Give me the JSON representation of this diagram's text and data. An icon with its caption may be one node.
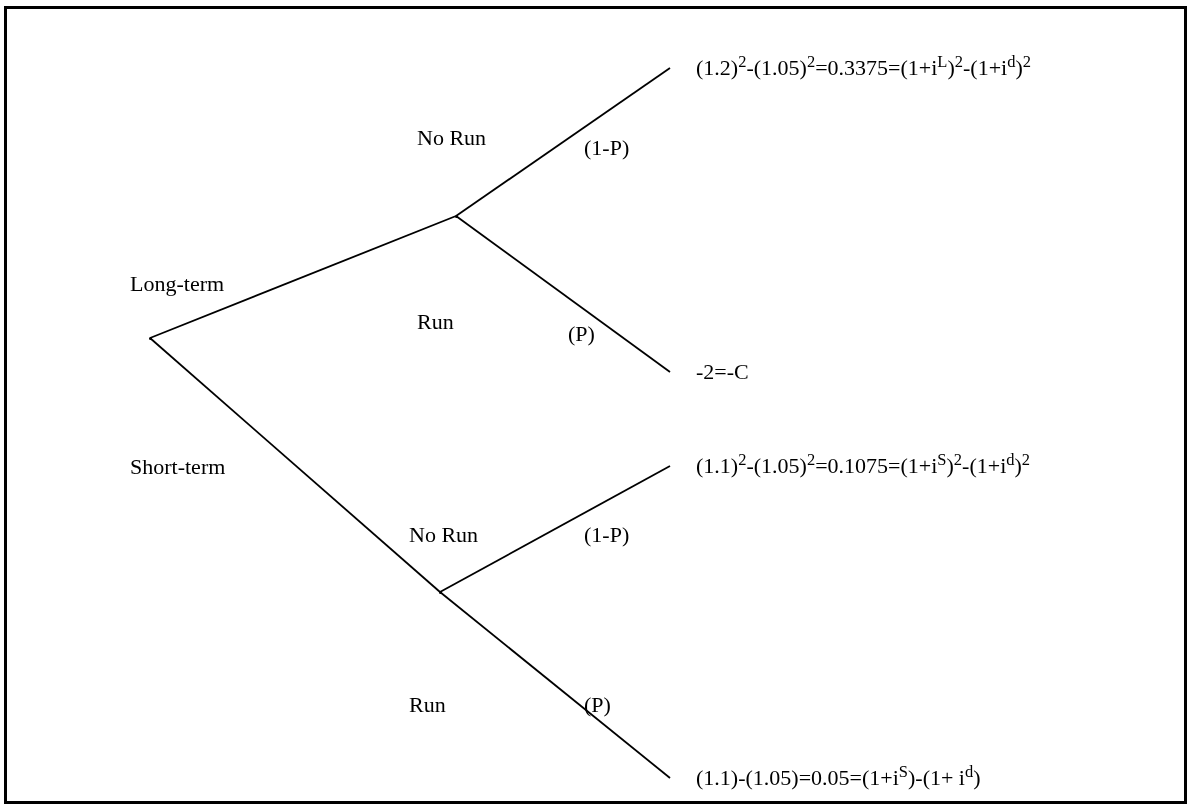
{
  "diagram": {
    "nodes": [
      {
        "text": [],
        "shape": "point"
      },
      {
        "text": [],
        "shape": "point"
      },
      {
        "text": [
          "(1.2)$^{2}$-(1.05)$^{2}$=0.3375=(1+i$^{L}$)$^{2}$-(1+i$^{d}$)$^{2}$"
        ]
      },
      {
        "text": [
          "-2=-C"
        ]
      },
      {
        "text": [],
        "shape": "point"
      },
      {
        "text": [
          "(1.1)$^{2}$-(1.05)$^{2}$=0.1075=(1+i$^{S}$)$^{2}$-(1+i$^{d}$)$^{2}$"
        ]
      },
      {
        "text": [
          "(1.1)-(1.05)=0.05=(1+i$^{S}$)-(1+ i$^{d}$)"
        ]
      }
    ],
    "edges": [
      {
        "from": 0,
        "to": 1,
        "arrow": "none"
      },
      {
        "from": 1,
        "to": 2,
        "arrow": "none"
      },
      {
        "from": 1,
        "to": 3,
        "arrow": "none"
      },
      {
        "from": 0,
        "to": 4,
        "arrow": "none"
      },
      {
        "from": 4,
        "to": 5,
        "arrow": "none"
      },
      {
        "from": 4,
        "to": 6,
        "arrow": "none"
      }
    ],
    "labels": [
      "No Run",
      "(1-P)",
      "Long-term",
      "Run",
      "(P)",
      "Short-term",
      "No Run",
      "(1-P)",
      "Run",
      "(P)"
    ]
  }
}
